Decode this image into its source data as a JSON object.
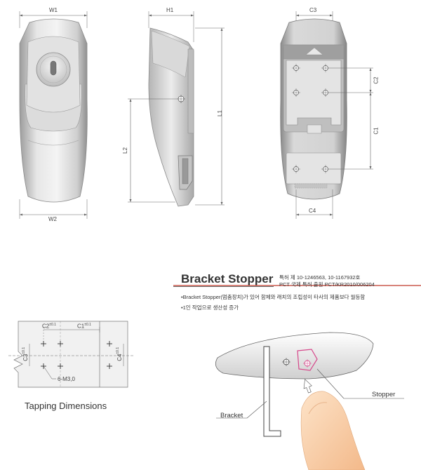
{
  "drawing_labels": {
    "w1": "W1",
    "w2": "W2",
    "h1": "H1",
    "l1": "L1",
    "l2": "L2",
    "c1": "C1",
    "c2": "C2",
    "c3": "C3",
    "c4": "C4"
  },
  "feature": {
    "title": "Bracket Stopper",
    "patent_line1": "특허 제 10-1246563, 10-1167932호",
    "patent_line2": "PCT 국제 특허 출원  PCT/KR2010/006204",
    "bullets": [
      "•Bracket Stopper(멈춤장치)가 있어 함체와 래치의 조립성이 타사의 제품보다 월등함",
      "•1인 작업으로 생산성 증가"
    ],
    "callout_stopper": "Stopper",
    "callout_bracket": "Bracket"
  },
  "tapping": {
    "title": "Tapping Dimensions",
    "c2_label": "C2",
    "c2_tol": "±0.1",
    "c1_label": "C1",
    "c1_tol": "±0.1",
    "c3_label": "C3",
    "c3_tol": "±0.1",
    "c4_label": "C4",
    "c4_tol": "±0.1",
    "hole_label": "6-M3,0"
  },
  "colors": {
    "accent": "#c0392b",
    "stopper_highlight": "#d6478a",
    "body_gray": "#c8c8c8",
    "dim_line": "#555555"
  }
}
